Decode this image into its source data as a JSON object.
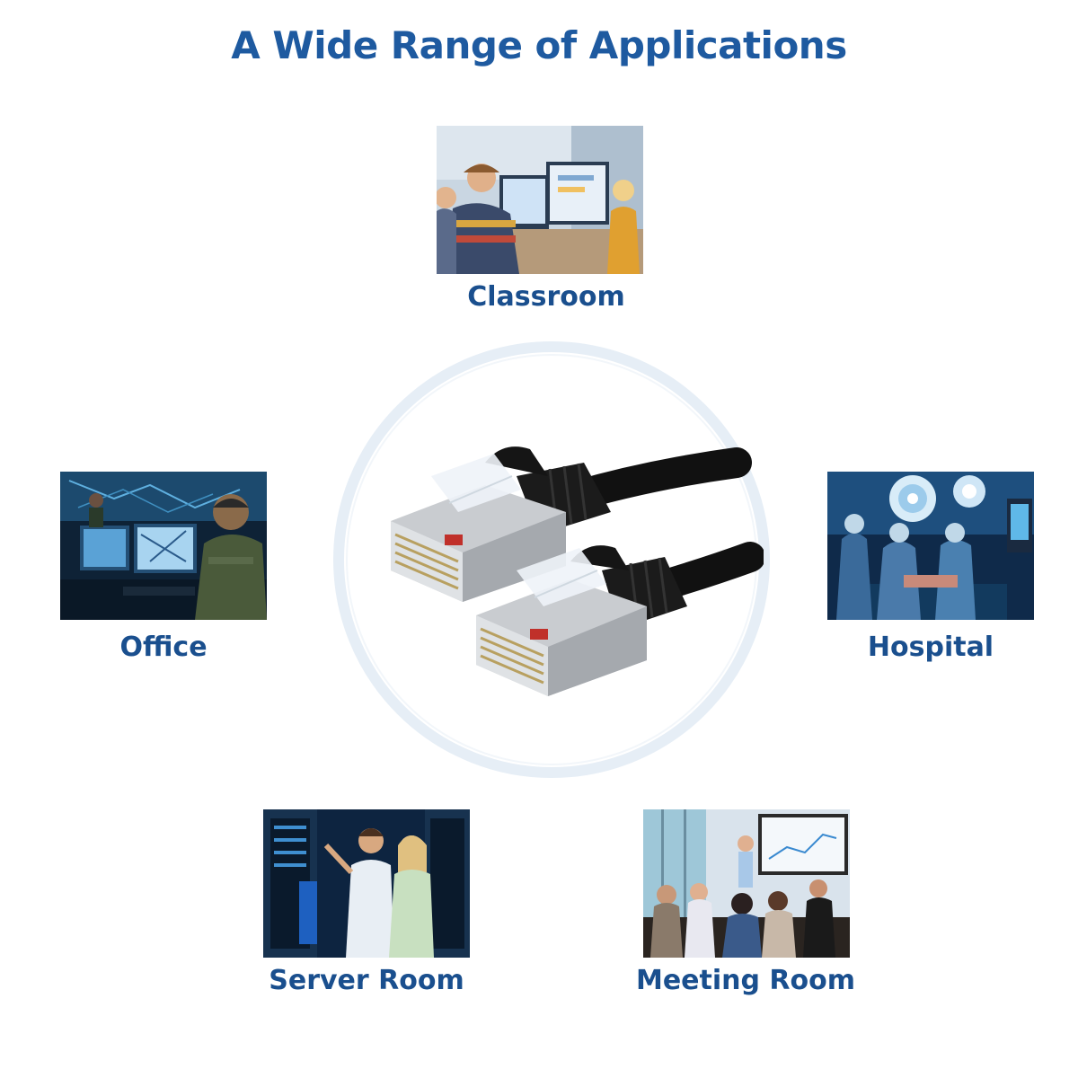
{
  "page": {
    "title": "A Wide Range of Applications"
  },
  "colors": {
    "title": "#1e5aa0",
    "label": "#1a4f8e",
    "ring": "#e6eef6"
  },
  "applications": [
    {
      "id": "classroom",
      "label": "Classroom",
      "icon": "classroom-photo"
    },
    {
      "id": "office",
      "label": "Office",
      "icon": "office-photo"
    },
    {
      "id": "hospital",
      "label": "Hospital",
      "icon": "hospital-photo"
    },
    {
      "id": "server-room",
      "label": "Server Room",
      "icon": "server-room-photo"
    },
    {
      "id": "meeting-room",
      "label": "Meeting Room",
      "icon": "meeting-room-photo"
    }
  ],
  "product": {
    "icon": "ethernet-cable-rj45-connectors-icon"
  }
}
